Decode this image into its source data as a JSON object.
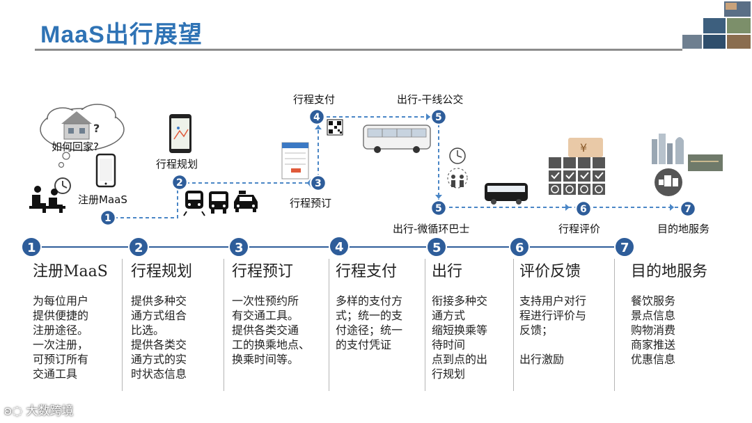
{
  "page": {
    "title": "MaaS出行展望"
  },
  "diagram": {
    "question": "如何回家?",
    "register_label": "注册MaaS",
    "plan_label": "行程规划",
    "book_label": "行程预订",
    "pay_label": "行程支付",
    "trunk_bus_label": "出行-干线公交",
    "micro_bus_label": "出行-微循环巴士",
    "review_label": "行程评价",
    "destination_label": "目的地服务",
    "node_numbers": [
      "1",
      "2",
      "3",
      "4",
      "5",
      "5",
      "6",
      "7"
    ]
  },
  "steps": [
    {
      "num": "1",
      "title": "注册MaaS",
      "body": [
        "为每位用户",
        "提供便捷的",
        "注册途径。",
        "一次注册，",
        "可预订所有",
        "交通工具"
      ]
    },
    {
      "num": "2",
      "title": "行程规划",
      "body": [
        "提供多种交",
        "通方式组合",
        "比选。",
        "提供各类交",
        "通方式的实",
        "时状态信息"
      ]
    },
    {
      "num": "3",
      "title": "行程预订",
      "body": [
        "一次性预约所",
        "有交通工具。",
        "提供各类交通",
        "工的换乘地点、",
        "换乘时间等。"
      ]
    },
    {
      "num": "4",
      "title": "行程支付",
      "body": [
        "多样的支付方",
        "式；统一的支",
        "付途径；统一",
        "的支付凭证"
      ]
    },
    {
      "num": "5",
      "title": "出行",
      "body": [
        "衔接多种交",
        "通方式",
        "缩短换乘等",
        "待时间",
        "点到点的出",
        "行规划"
      ]
    },
    {
      "num": "6",
      "title": "评价反馈",
      "body": [
        "支持用户对行",
        "程进行评价与",
        "反馈；",
        "",
        "出行激励"
      ]
    },
    {
      "num": "7",
      "title": "目的地服务",
      "body": [
        "餐饮服务",
        "景点信息",
        "购物消费",
        "商家推送",
        "优惠信息"
      ]
    }
  ],
  "watermark": "大数跨境"
}
